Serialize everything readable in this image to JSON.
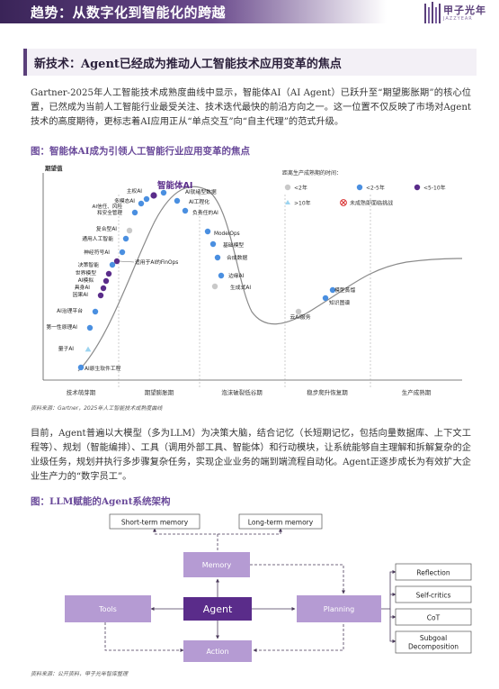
{
  "header": {
    "title": "趋势：从数字化到智能化的跨越",
    "logo_text": "甲子光年",
    "logo_sub": "JAZZYEAR",
    "brand_color": "#5a3f7a"
  },
  "section": {
    "title": "新技术：Agent已经成为推动人工智能技术应用变革的焦点"
  },
  "paragraph1": "Gartner-2025年人工智能技术成熟度曲线中显示，智能体AI（AI Agent）已跃升至“期望膨胀期”的核心位置，已然成为当前人工智能行业最受关注、技术迭代最快的前沿方向之一。这一位置不仅反映了市场对Agent技术的高度期待，更标志着AI应用正从“单点交互”向“自主代理”的范式升级。",
  "figure1": {
    "title": "图：智能体AI成为引领人工智能行业应用变革的焦点",
    "source": "资料来源：Gartner，2025年人工智能技术成熟度曲线"
  },
  "chart_data": {
    "type": "scatter",
    "ylabel": "期望值",
    "phases": [
      "技术萌芽期",
      "期望膨胀期",
      "泡沫破裂低谷期",
      "稳步爬升恢复期",
      "生产成熟期"
    ],
    "highlight_label": "智能体AI",
    "legend_title": "距离生产成熟期的时间：",
    "legend": [
      {
        "key": "lt2",
        "label": "<2年",
        "color": "#c9c9c9"
      },
      {
        "key": "2to5",
        "label": "<2-5年",
        "color": "#4a8fe0"
      },
      {
        "key": "5to10",
        "label": "<5-10年",
        "color": "#5a2c8a"
      },
      {
        "key": "gt10",
        "label": ">10年",
        "color": "#9cd4f0"
      },
      {
        "key": "obsolete",
        "label": "未成熟即面临挑战",
        "color": "#d83030"
      }
    ],
    "points": [
      {
        "label": "AI原生软件工程",
        "cat": "2to5"
      },
      {
        "label": "量子AI",
        "cat": "gt10"
      },
      {
        "label": "第一性原理AI",
        "cat": "2to5"
      },
      {
        "label": "AI治理平台",
        "cat": "2to5"
      },
      {
        "label": "因果AI",
        "cat": "5to10"
      },
      {
        "label": "具身AI",
        "cat": "5to10"
      },
      {
        "label": "AI模拟",
        "cat": "5to10"
      },
      {
        "label": "世界模型",
        "cat": "5to10"
      },
      {
        "label": "决策智能",
        "cat": "2to5"
      },
      {
        "label": "适用于AI的FinOps",
        "cat": "5to10"
      },
      {
        "label": "神经符号AI",
        "cat": "2to5"
      },
      {
        "label": "通用人工智能",
        "cat": "2to5"
      },
      {
        "label": "复合型AI",
        "cat": "lt2"
      },
      {
        "label": "AI信任、风险和安全管理",
        "cat": "2to5"
      },
      {
        "label": "多模态AI",
        "cat": "2to5"
      },
      {
        "label": "主权AI",
        "cat": "2to5"
      },
      {
        "label": "智能体AI",
        "cat": "5to10"
      },
      {
        "label": "AI就绪型数据",
        "cat": "2to5"
      },
      {
        "label": "AI工程化",
        "cat": "2to5"
      },
      {
        "label": "负责任的AI",
        "cat": "2to5"
      },
      {
        "label": "ModelOps",
        "cat": "2to5"
      },
      {
        "label": "基础模型",
        "cat": "2to5"
      },
      {
        "label": "合成数据",
        "cat": "2to5"
      },
      {
        "label": "边缘AI",
        "cat": "2to5"
      },
      {
        "label": "生成式AI",
        "cat": "lt2"
      },
      {
        "label": "云AI服务",
        "cat": "lt2"
      },
      {
        "label": "知识图谱",
        "cat": "2to5"
      },
      {
        "label": "模型蒸馏",
        "cat": "2to5"
      }
    ]
  },
  "paragraph2": "目前，Agent普遍以大模型（多为LLM）为决策大脑，结合记忆（长短期记忆，包括向量数据库、上下文工程等）、规划（智能编排）、工具（调用外部工具、智能体）和行动模块，让系统能够自主理解和拆解复杂的企业级任务，规划并执行多步骤复杂任务，实现企业业务的端到端流程自动化。Agent正逐步成长为有效扩大企业生产力的“数字员工”。",
  "figure2": {
    "title": "图：LLM赋能的Agent系统架构",
    "source": "资料来源：公开资料，甲子光年智库整理",
    "nodes": {
      "short_term": "Short-term memory",
      "long_term": "Long-term memory",
      "memory": "Memory",
      "tools": "Tools",
      "agent": "Agent",
      "planning": "Planning",
      "action": "Action",
      "reflection": "Reflection",
      "self_critics": "Self-critics",
      "cot": "CoT",
      "subgoal_1": "Subgoal",
      "subgoal_2": "Decomposition"
    }
  }
}
